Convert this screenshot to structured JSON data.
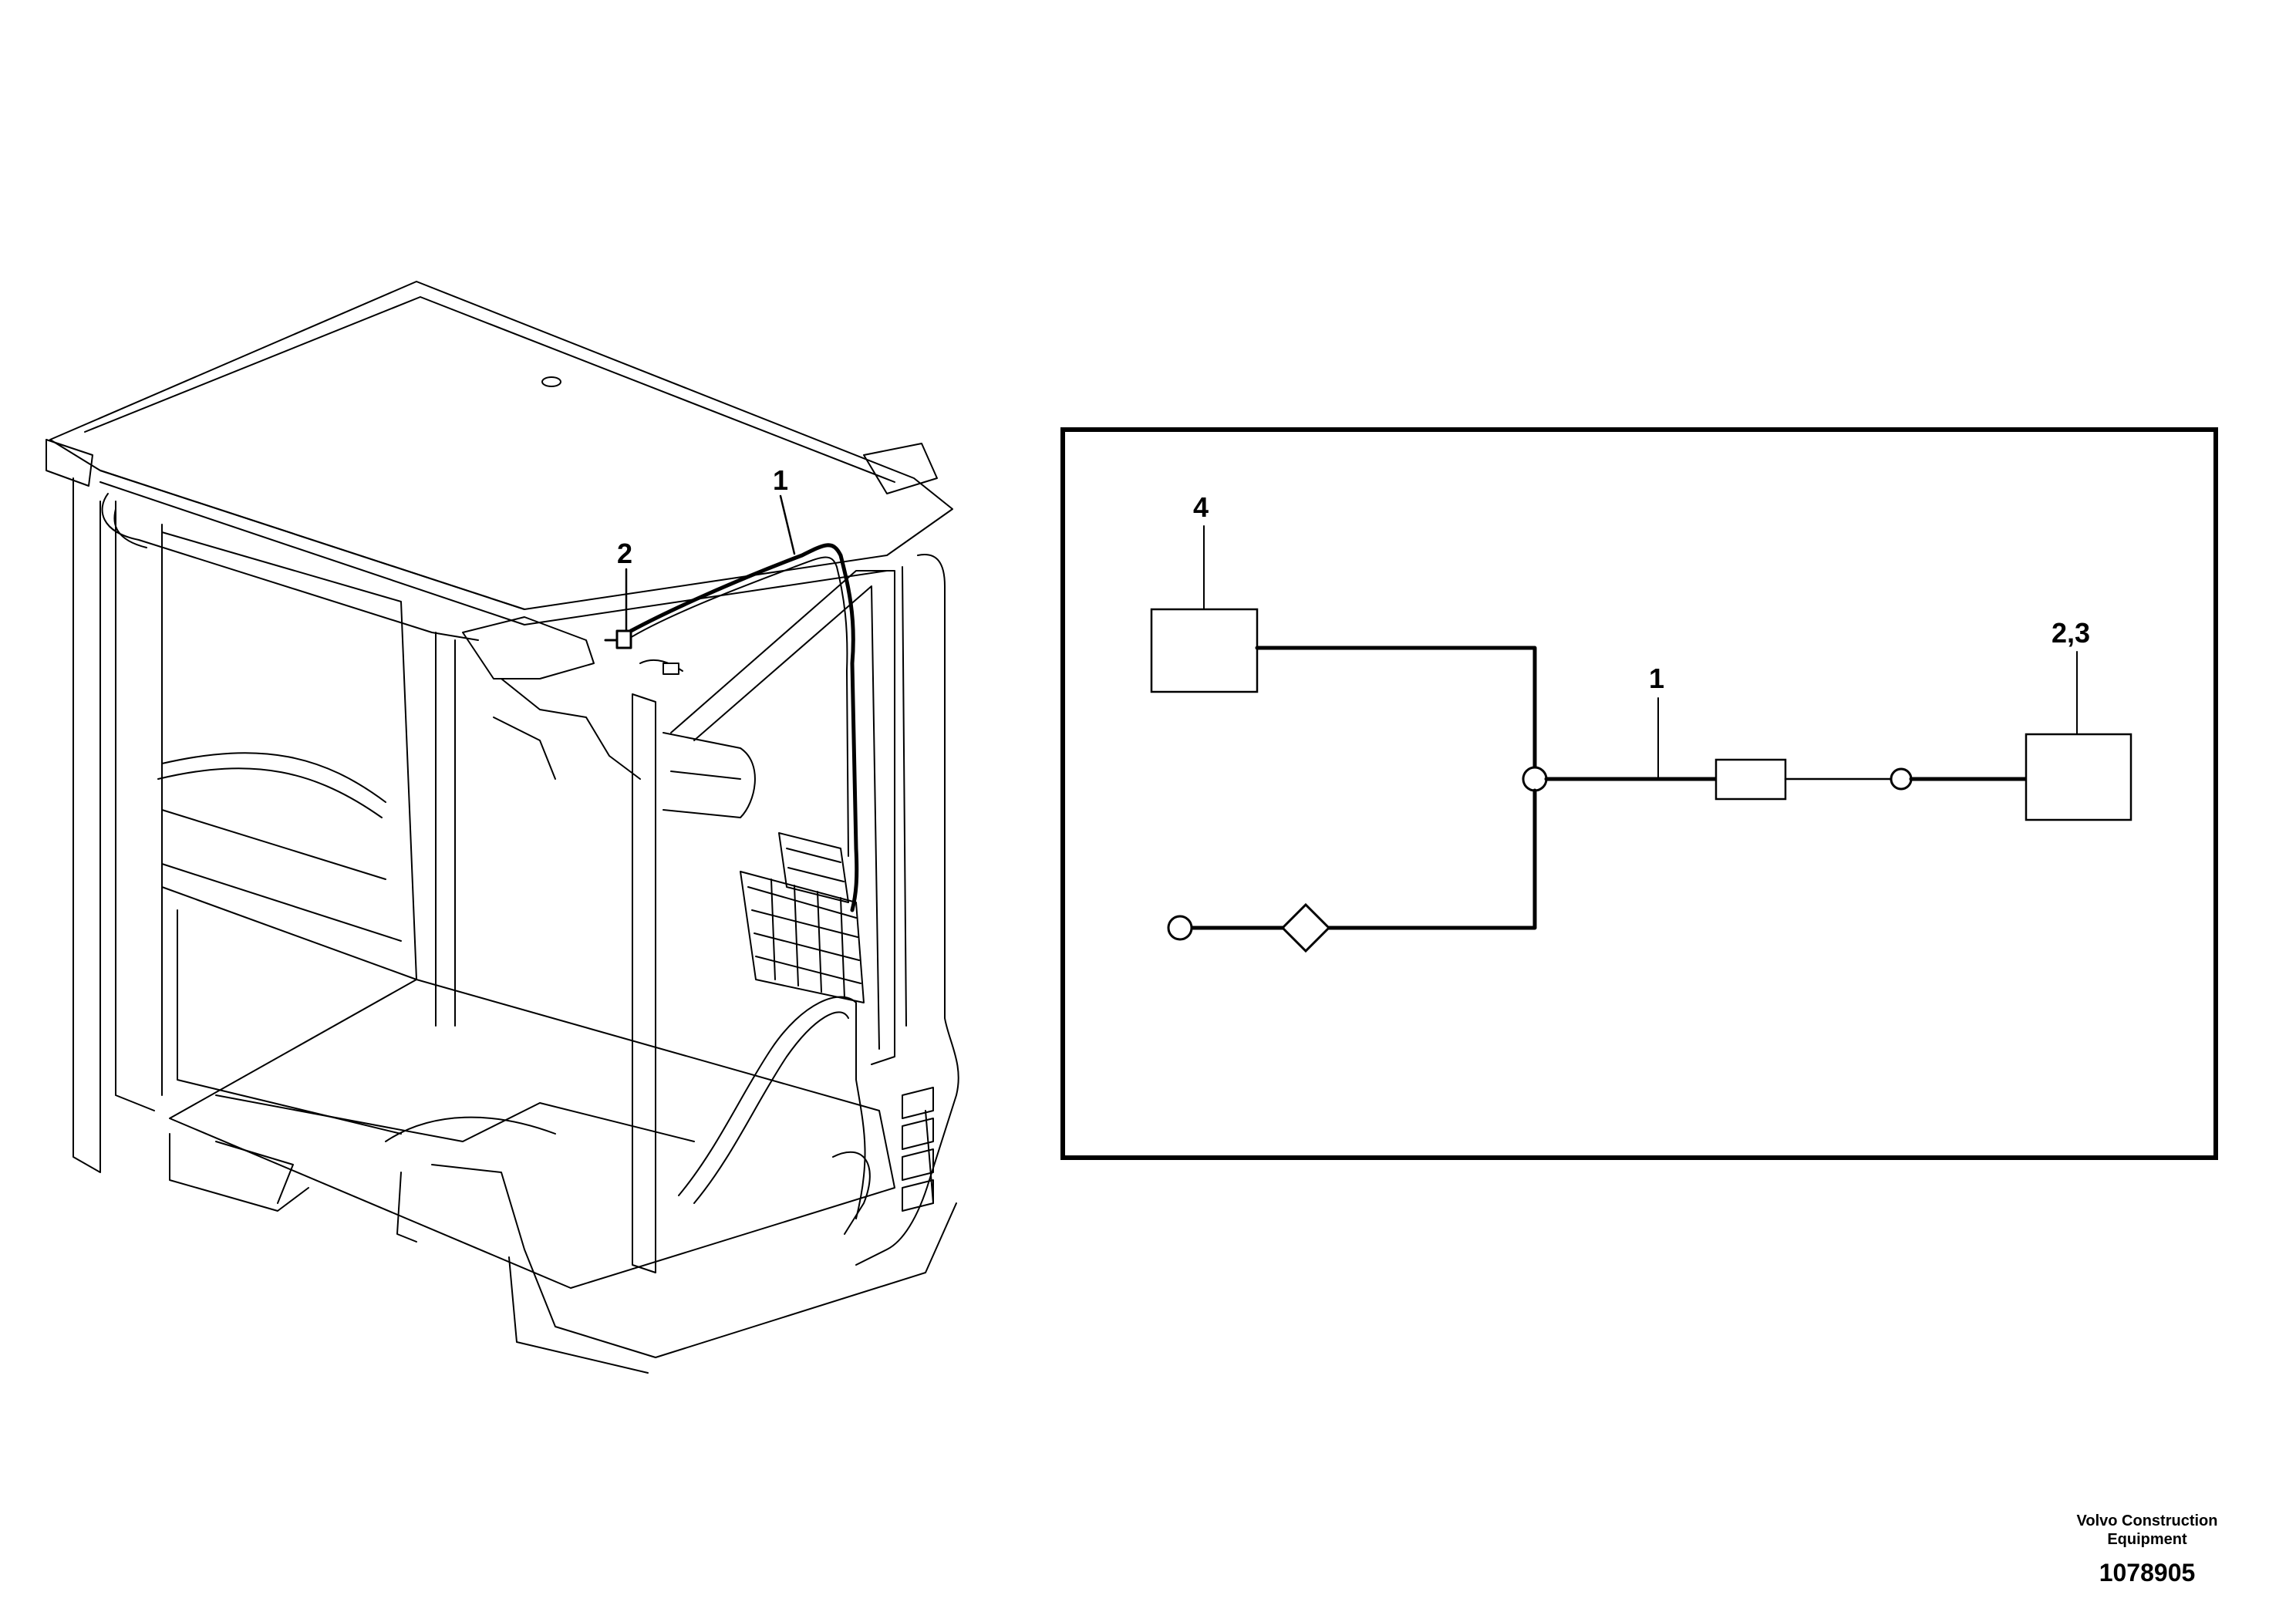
{
  "illustration": {
    "callouts": {
      "wiring_harness": "1",
      "connector": "2"
    }
  },
  "schematic": {
    "labels": {
      "unit_4": "4",
      "harness_1": "1",
      "unit_2_3": "2,3"
    }
  },
  "footer": {
    "company": "Volvo Construction Equipment",
    "figure_number": "1078905"
  }
}
